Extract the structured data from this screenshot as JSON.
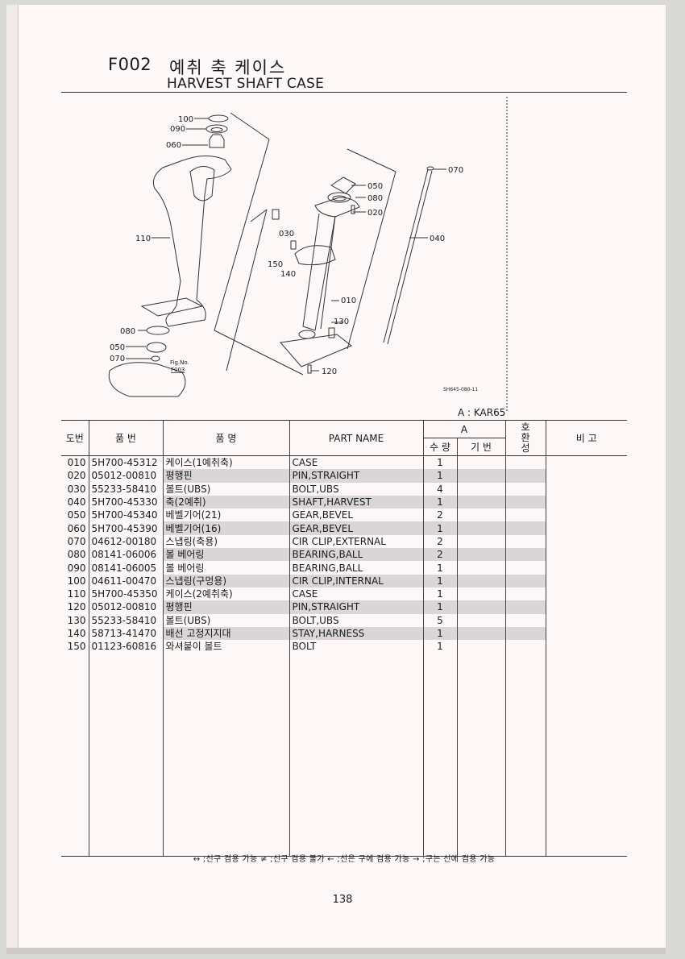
{
  "header": {
    "code": "F002",
    "title_ko": "예취 축 케이스",
    "title_en": "HARVEST SHAFT CASE"
  },
  "diagram": {
    "callouts": [
      "100",
      "090",
      "060",
      "110",
      "080",
      "050",
      "070",
      "050",
      "080",
      "020",
      "030",
      "150",
      "140",
      "010",
      "130",
      "120",
      "070",
      "040"
    ],
    "fig_ref_line1": "Fig.No.",
    "fig_ref_line2": "F003",
    "drawing_code": "SH645-080-11"
  },
  "model_label": "A : KAR65",
  "table": {
    "headers": {
      "ref": "도번",
      "part_no": "품  번",
      "name_ko": "품       명",
      "part_name": "PART NAME",
      "group_a": "A",
      "qty": "수 량",
      "base": "기 번",
      "interchange": "호\n환\n성",
      "remarks": "비   고"
    },
    "rows": [
      {
        "ref": "010",
        "part_no": "5H700-45312",
        "name_ko": "케이스(1예취축)",
        "name_en": "CASE",
        "qty": "1",
        "shaded": false
      },
      {
        "ref": "020",
        "part_no": "05012-00810",
        "name_ko": "평행핀",
        "name_en": "PIN,STRAIGHT",
        "qty": "1",
        "shaded": true
      },
      {
        "ref": "030",
        "part_no": "55233-58410",
        "name_ko": "볼트(UBS)",
        "name_en": "BOLT,UBS",
        "qty": "4",
        "shaded": false
      },
      {
        "ref": "040",
        "part_no": "5H700-45330",
        "name_ko": "축(2예취)",
        "name_en": "SHAFT,HARVEST",
        "qty": "1",
        "shaded": true
      },
      {
        "ref": "050",
        "part_no": "5H700-45340",
        "name_ko": "베벨기어(21)",
        "name_en": "GEAR,BEVEL",
        "qty": "2",
        "shaded": false
      },
      {
        "ref": "060",
        "part_no": "5H700-45390",
        "name_ko": "베벨기어(16)",
        "name_en": "GEAR,BEVEL",
        "qty": "1",
        "shaded": true
      },
      {
        "ref": "070",
        "part_no": "04612-00180",
        "name_ko": "스냅링(축용)",
        "name_en": "CIR CLIP,EXTERNAL",
        "qty": "2",
        "shaded": false
      },
      {
        "ref": "080",
        "part_no": "08141-06006",
        "name_ko": "볼 베어링",
        "name_en": "BEARING,BALL",
        "qty": "2",
        "shaded": true
      },
      {
        "ref": "090",
        "part_no": "08141-06005",
        "name_ko": "볼 베어링",
        "name_en": "BEARING,BALL",
        "qty": "1",
        "shaded": false
      },
      {
        "ref": "100",
        "part_no": "04611-00470",
        "name_ko": "스냅링(구멍용)",
        "name_en": "CIR CLIP,INTERNAL",
        "qty": "1",
        "shaded": true
      },
      {
        "ref": "110",
        "part_no": "5H700-45350",
        "name_ko": "케이스(2예취축)",
        "name_en": "CASE",
        "qty": "1",
        "shaded": false
      },
      {
        "ref": "120",
        "part_no": "05012-00810",
        "name_ko": "평행핀",
        "name_en": "PIN,STRAIGHT",
        "qty": "1",
        "shaded": true
      },
      {
        "ref": "130",
        "part_no": "55233-58410",
        "name_ko": "볼트(UBS)",
        "name_en": "BOLT,UBS",
        "qty": "5",
        "shaded": false
      },
      {
        "ref": "140",
        "part_no": "58713-41470",
        "name_ko": "배선 고정지지대",
        "name_en": "STAY,HARNESS",
        "qty": "1",
        "shaded": true
      },
      {
        "ref": "150",
        "part_no": "01123-60816",
        "name_ko": "와셔붙이 볼트",
        "name_en": "BOLT",
        "qty": "1",
        "shaded": false
      }
    ]
  },
  "legend": "↔ ;신구 겸용 가능    ≠ ;신구 겸용 불가    ← ;신은 구에 겸용 가능    → ;구는 신에 겸용 가능",
  "page_number": "138"
}
